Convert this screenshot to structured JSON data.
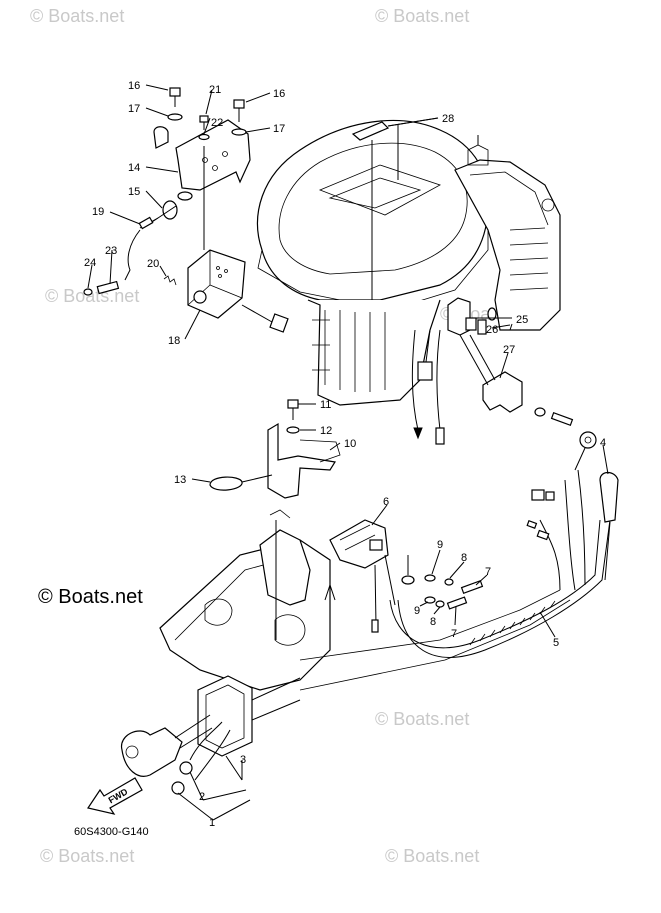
{
  "watermark": {
    "text": "© Boats.net",
    "main_text": "© Boats.net"
  },
  "diagram_code": "60S4300-G140",
  "fwd_label": "FWD",
  "callouts": [
    {
      "id": "c16a",
      "label": "16"
    },
    {
      "id": "c17a",
      "label": "17"
    },
    {
      "id": "c21",
      "label": "21"
    },
    {
      "id": "c22",
      "label": "22"
    },
    {
      "id": "c16b",
      "label": "16"
    },
    {
      "id": "c17b",
      "label": "17"
    },
    {
      "id": "c28",
      "label": "28"
    },
    {
      "id": "c14",
      "label": "14"
    },
    {
      "id": "c15",
      "label": "15"
    },
    {
      "id": "c19",
      "label": "19"
    },
    {
      "id": "c23",
      "label": "23"
    },
    {
      "id": "c24",
      "label": "24"
    },
    {
      "id": "c20",
      "label": "20"
    },
    {
      "id": "c18",
      "label": "18"
    },
    {
      "id": "c25",
      "label": "25"
    },
    {
      "id": "c26",
      "label": "26"
    },
    {
      "id": "c27",
      "label": "27"
    },
    {
      "id": "c11",
      "label": "11"
    },
    {
      "id": "c12",
      "label": "12"
    },
    {
      "id": "c10",
      "label": "10"
    },
    {
      "id": "c13",
      "label": "13"
    },
    {
      "id": "c6",
      "label": "6"
    },
    {
      "id": "c4",
      "label": "4"
    },
    {
      "id": "c9a",
      "label": "9"
    },
    {
      "id": "c8a",
      "label": "8"
    },
    {
      "id": "c7a",
      "label": "7"
    },
    {
      "id": "c9b",
      "label": "9"
    },
    {
      "id": "c8b",
      "label": "8"
    },
    {
      "id": "c7b",
      "label": "7"
    },
    {
      "id": "c5",
      "label": "5"
    },
    {
      "id": "c3",
      "label": "3"
    },
    {
      "id": "c2",
      "label": "2"
    },
    {
      "id": "c1",
      "label": "1"
    }
  ]
}
